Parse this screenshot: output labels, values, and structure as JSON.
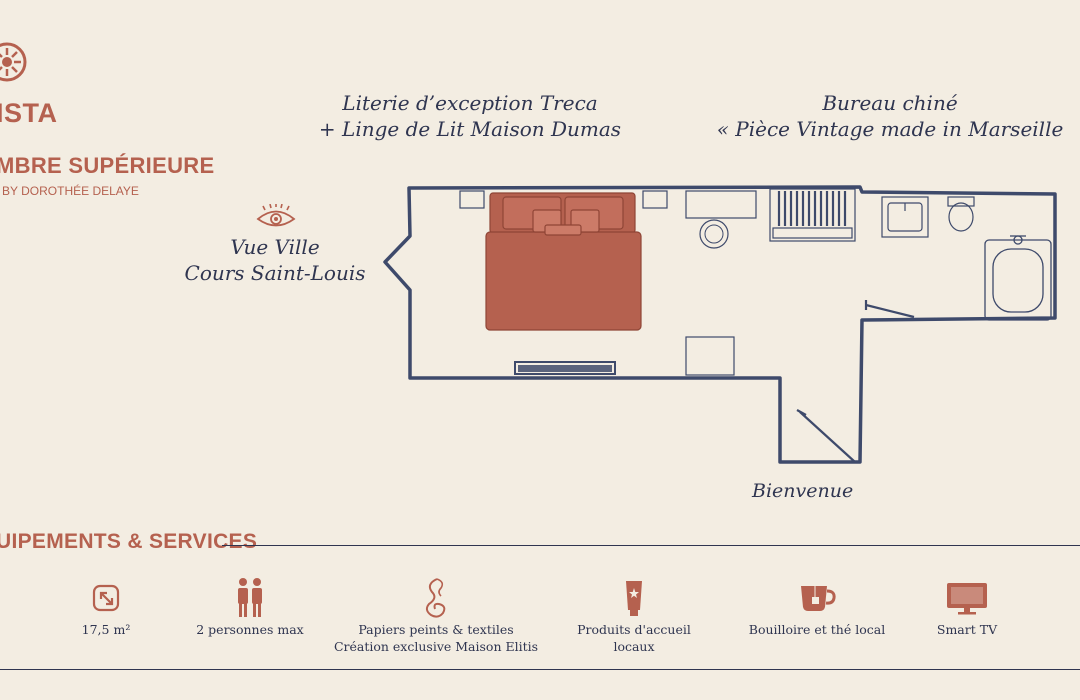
{
  "brand": {
    "name": "ISTA",
    "logo_icon": "sun-wheel-icon"
  },
  "room": {
    "name": "MBRE SUPÉRIEURE",
    "designer": "BY DOROTHÉE DELAYE"
  },
  "annotations": {
    "bedding_line1": "Literie d’exception Treca",
    "bedding_line2": "+ Linge de Lit Maison Dumas",
    "desk_line1": "Bureau chiné",
    "desk_line2": "« Pièce Vintage made in Marseille",
    "view_line1": "Vue Ville",
    "view_line2": "Cours Saint-Louis",
    "entrance": "Bienvenue"
  },
  "services": {
    "heading": "UIPEMENTS & SERVICES",
    "items": [
      {
        "icon": "area-icon",
        "lines": [
          "17,5 m²"
        ]
      },
      {
        "icon": "two-people-icon",
        "lines": [
          "2 personnes max"
        ]
      },
      {
        "icon": "wallpaper-swirl-icon",
        "lines": [
          "Papiers peints & textiles",
          "Création exclusive Maison Elitis"
        ]
      },
      {
        "icon": "toiletries-tube-icon",
        "lines": [
          "Produits d'accueil",
          "locaux"
        ]
      },
      {
        "icon": "tea-cup-icon",
        "lines": [
          "Bouilloire et thé local"
        ]
      },
      {
        "icon": "tv-icon",
        "lines": [
          "Smart TV"
        ]
      }
    ]
  },
  "colors": {
    "accent": "#b5614f",
    "ink": "#2f3550",
    "background": "#f3ede2"
  }
}
